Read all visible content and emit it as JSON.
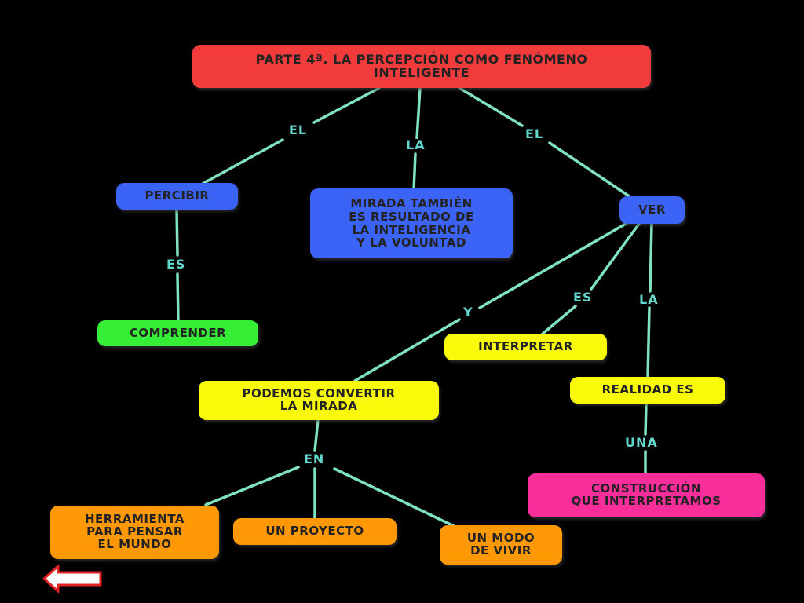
{
  "colors": {
    "red": "#f23b3b",
    "blue": "#3b63f5",
    "green": "#37ee37",
    "yellow": "#f9f90a",
    "orange": "#ff9805",
    "magenta": "#fa2e9b",
    "connector": "#7fe3c1",
    "link_label": "#62d7cd",
    "background": "#000000"
  },
  "nodes": {
    "title": "PARTE 4ª. LA PERCEPCIÓN COMO FENÓMENO\nINTELIGENTE",
    "percibir": "PERCIBIR",
    "mirada": "MIRADA TAMBIÉN\nES RESULTADO DE\nLA INTELIGENCIA\nY LA VOLUNTAD",
    "ver": "VER",
    "comprender": "COMPRENDER",
    "interpretar": "INTERPRETAR",
    "podemos": "PODEMOS CONVERTIR\nLA MIRADA",
    "realidad": "REALIDAD ES",
    "construccion": "CONSTRUCCIÓN\nQUE INTERPRETAMOS",
    "herramienta": "HERRAMIENTA\nPARA PENSAR\nEL MUNDO",
    "proyecto": "UN PROYECTO",
    "modo": "UN MODO\nDE VIVIR"
  },
  "links": {
    "el_left": "EL",
    "la_center": "LA",
    "el_right": "EL",
    "es_left": "ES",
    "y": "Y",
    "es_right": "ES",
    "la_right": "LA",
    "una": "UNA",
    "en": "EN"
  },
  "nav": {
    "back_icon": "left-arrow-icon"
  }
}
